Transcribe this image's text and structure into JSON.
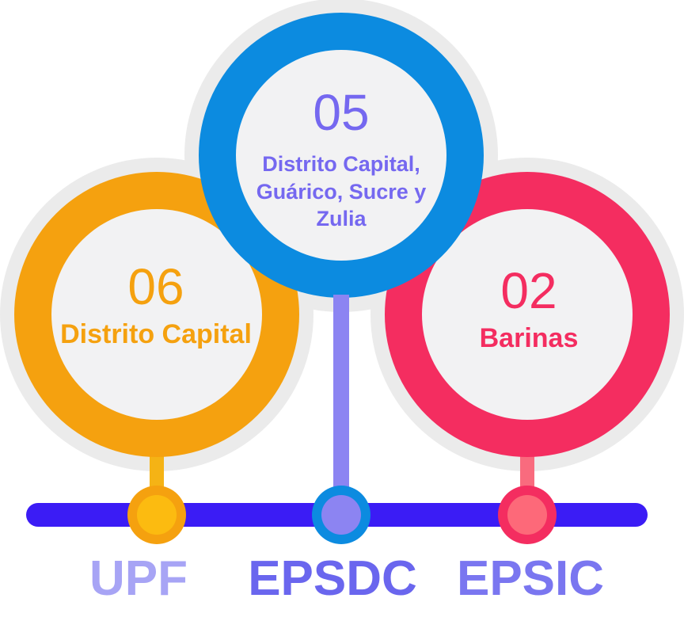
{
  "colors": {
    "orange": "#f5a10f",
    "blue": "#0c8be0",
    "red": "#f42d60",
    "violet": "#7568f0",
    "timeline": "#3b1cf5",
    "circle_fill": "#f2f2f3",
    "halo": "#ebebeb",
    "upf_label": "#a7a4f5",
    "epsdc_label": "#6a66ee",
    "epsic_label": "#7a76f0"
  },
  "circles": [
    {
      "number": "06",
      "region": "Distrito Capital",
      "color": "orange"
    },
    {
      "number": "05",
      "region": "Distrito Capital, Guárico, Sucre y Zulia",
      "color": "blue"
    },
    {
      "number": "02",
      "region": "Barinas",
      "color": "red"
    }
  ],
  "labels": [
    "UPF",
    "EPSDC",
    "EPSIC"
  ]
}
